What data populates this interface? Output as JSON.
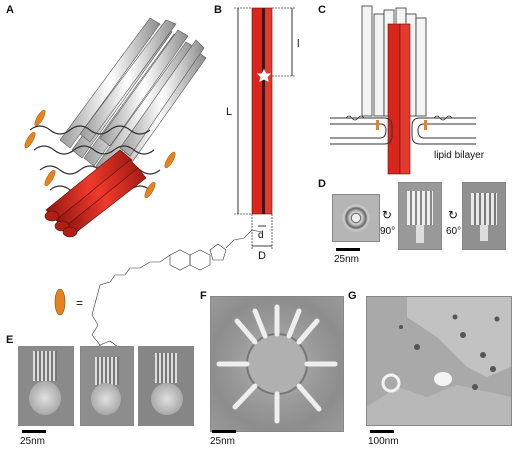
{
  "panels": {
    "a": "A",
    "b": "B",
    "c": "C",
    "d": "D",
    "e": "E",
    "f": "F",
    "g": "G"
  },
  "panel_b": {
    "length_label": "L",
    "segment_label": "l",
    "small_diameter_label": "d",
    "diameter_label": "D"
  },
  "panel_c": {
    "membrane_label": "lipid bilayer"
  },
  "panel_d": {
    "scale_label": "25nm",
    "rotation_1": "90°",
    "rotation_2": "60°"
  },
  "panel_e": {
    "scale_label": "25nm"
  },
  "panel_f": {
    "scale_label": "25nm"
  },
  "panel_g": {
    "scale_label": "100nm"
  },
  "molecule": {
    "equals": "="
  },
  "colors": {
    "helix_red": "#d9261c",
    "helix_white": "#f2f2f2",
    "cholesterol_orange": "#e8821e"
  }
}
